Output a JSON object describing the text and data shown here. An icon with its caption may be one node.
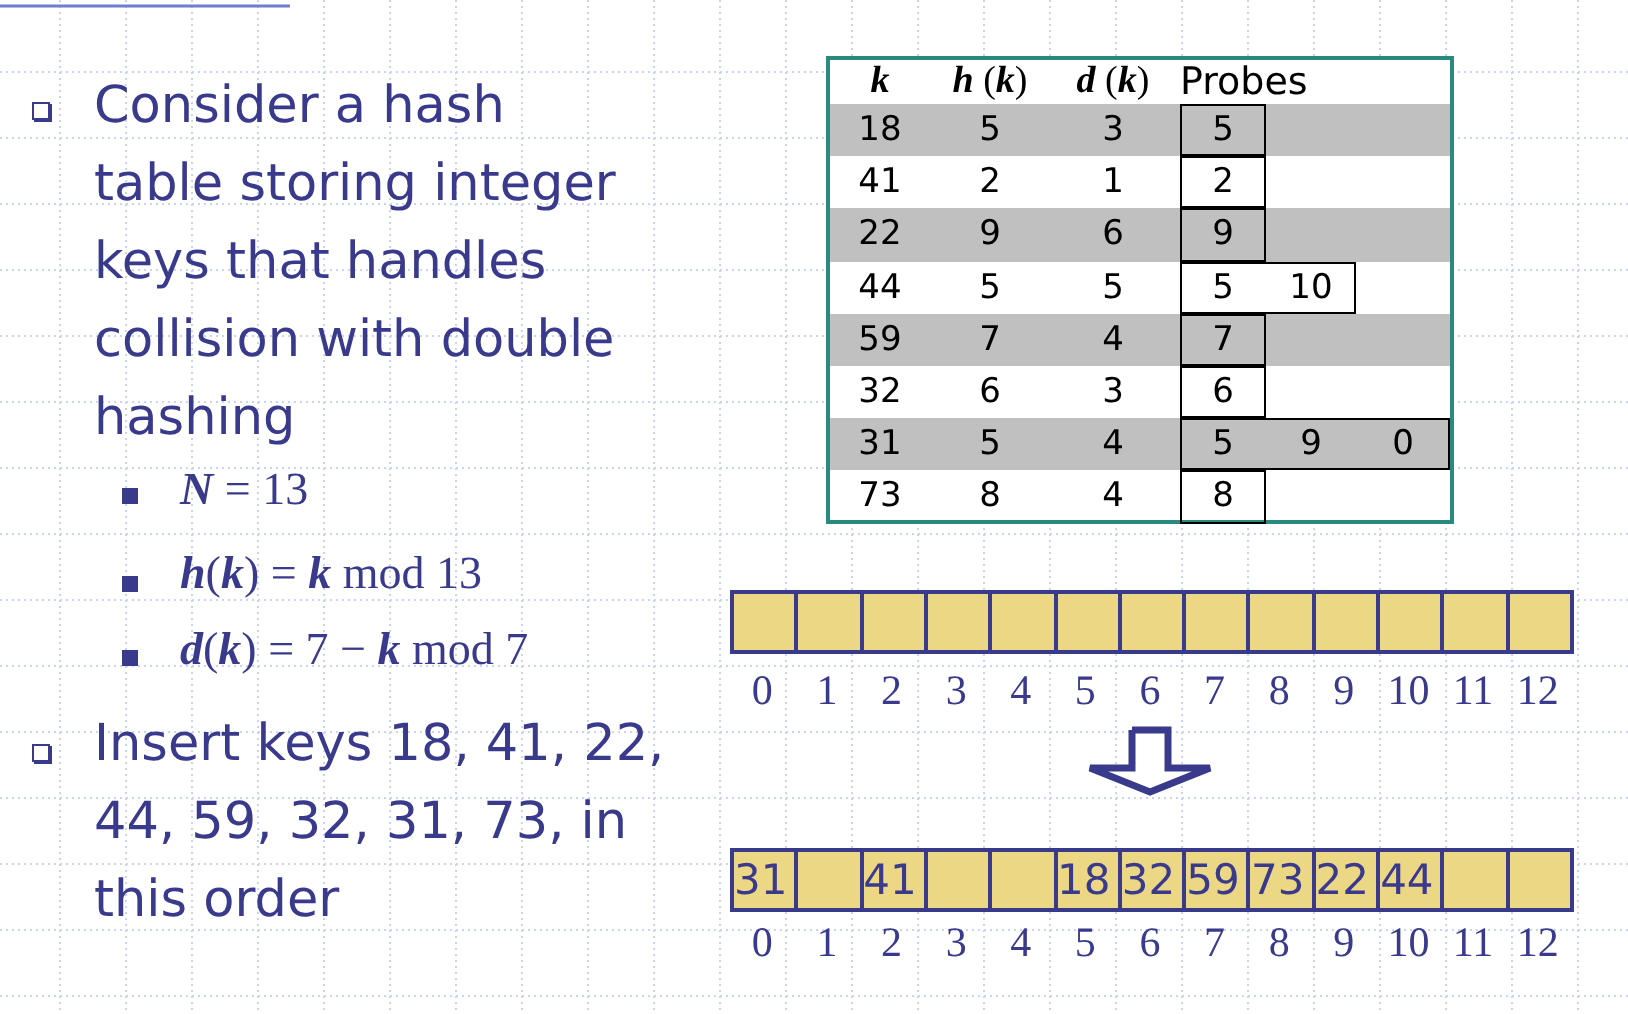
{
  "diagram": {
    "nodes": [
      {
        "text": [],
        "shape": "bar"
      },
      {
        "text": [],
        "shape": "bar"
      },
      {
        "text": [],
        "shape": "box",
        "in": 0
      },
      {
        "text": [],
        "shape": "box",
        "in": 0
      },
      {
        "text": [],
        "shape": "box",
        "in": 0
      },
      {
        "text": [],
        "shape": "box",
        "in": 0
      },
      {
        "text": [],
        "shape": "box",
        "in": 0
      },
      {
        "text": [],
        "shape": "box",
        "in": 0
      },
      {
        "text": [],
        "shape": "box",
        "in": 0
      },
      {
        "text": [],
        "shape": "box",
        "in": 0
      },
      {
        "text": [],
        "shape": "box",
        "in": 0
      },
      {
        "text": [],
        "shape": "box",
        "in": 0
      },
      {
        "text": [],
        "shape": "box",
        "in": 0
      },
      {
        "text": [],
        "shape": "box",
        "in": 0
      },
      {
        "text": [],
        "shape": "box",
        "in": 0
      },
      {
        "text": [
          "31"
        ],
        "in": 1
      },
      {
        "text": [],
        "shape": "box",
        "in": 1
      },
      {
        "text": [
          "41"
        ],
        "in": 1
      },
      {
        "text": [],
        "shape": "box",
        "in": 1
      },
      {
        "text": [],
        "shape": "box",
        "in": 1
      },
      {
        "text": [
          "18"
        ],
        "in": 1
      },
      {
        "text": [
          "32"
        ],
        "in": 1
      },
      {
        "text": [
          "59"
        ],
        "in": 1
      },
      {
        "text": [
          "73"
        ],
        "in": 1
      },
      {
        "text": [
          "22"
        ],
        "in": 1
      },
      {
        "text": [
          "44"
        ],
        "in": 1
      },
      {
        "text": [],
        "shape": "box",
        "in": 1
      },
      {
        "text": [],
        "shape": "box",
        "in": 1
      }
    ],
    "edges": [
      {
        "from": 0,
        "to": 1,
        "arrow": "to",
        "style": "thick"
      }
    ],
    "labels": [
      "Consider a hash table storing integer keys that handles collision with double hashing",
      "**N** = 13",
      "**h**(**k**) = **k** mod 13",
      "**d**(**k**) = 7 − **k** mod 7",
      "Insert keys 18, 41, 22, 44, 59, 32, 31, 73, in this order",
      "k",
      "**h** (**k**)",
      "**d** (**k**)",
      "Probes",
      "18",
      "5",
      "3",
      "5",
      "41",
      "2",
      "1",
      "2",
      "22",
      "9",
      "6",
      "9",
      "44",
      "5",
      "5",
      "5",
      "10",
      "59",
      "7",
      "4",
      "7",
      "32",
      "6",
      "3",
      "6",
      "31",
      "5",
      "4",
      "5",
      "9",
      "0",
      "73",
      "8",
      "4",
      "8",
      "0",
      "1",
      "2",
      "3",
      "4",
      "5",
      "6",
      "7",
      "8",
      "9",
      "10",
      "11",
      "12",
      "0",
      "1",
      "2",
      "3",
      "4",
      "5",
      "6",
      "7",
      "8",
      "9",
      "10",
      "11",
      "12"
    ]
  }
}
